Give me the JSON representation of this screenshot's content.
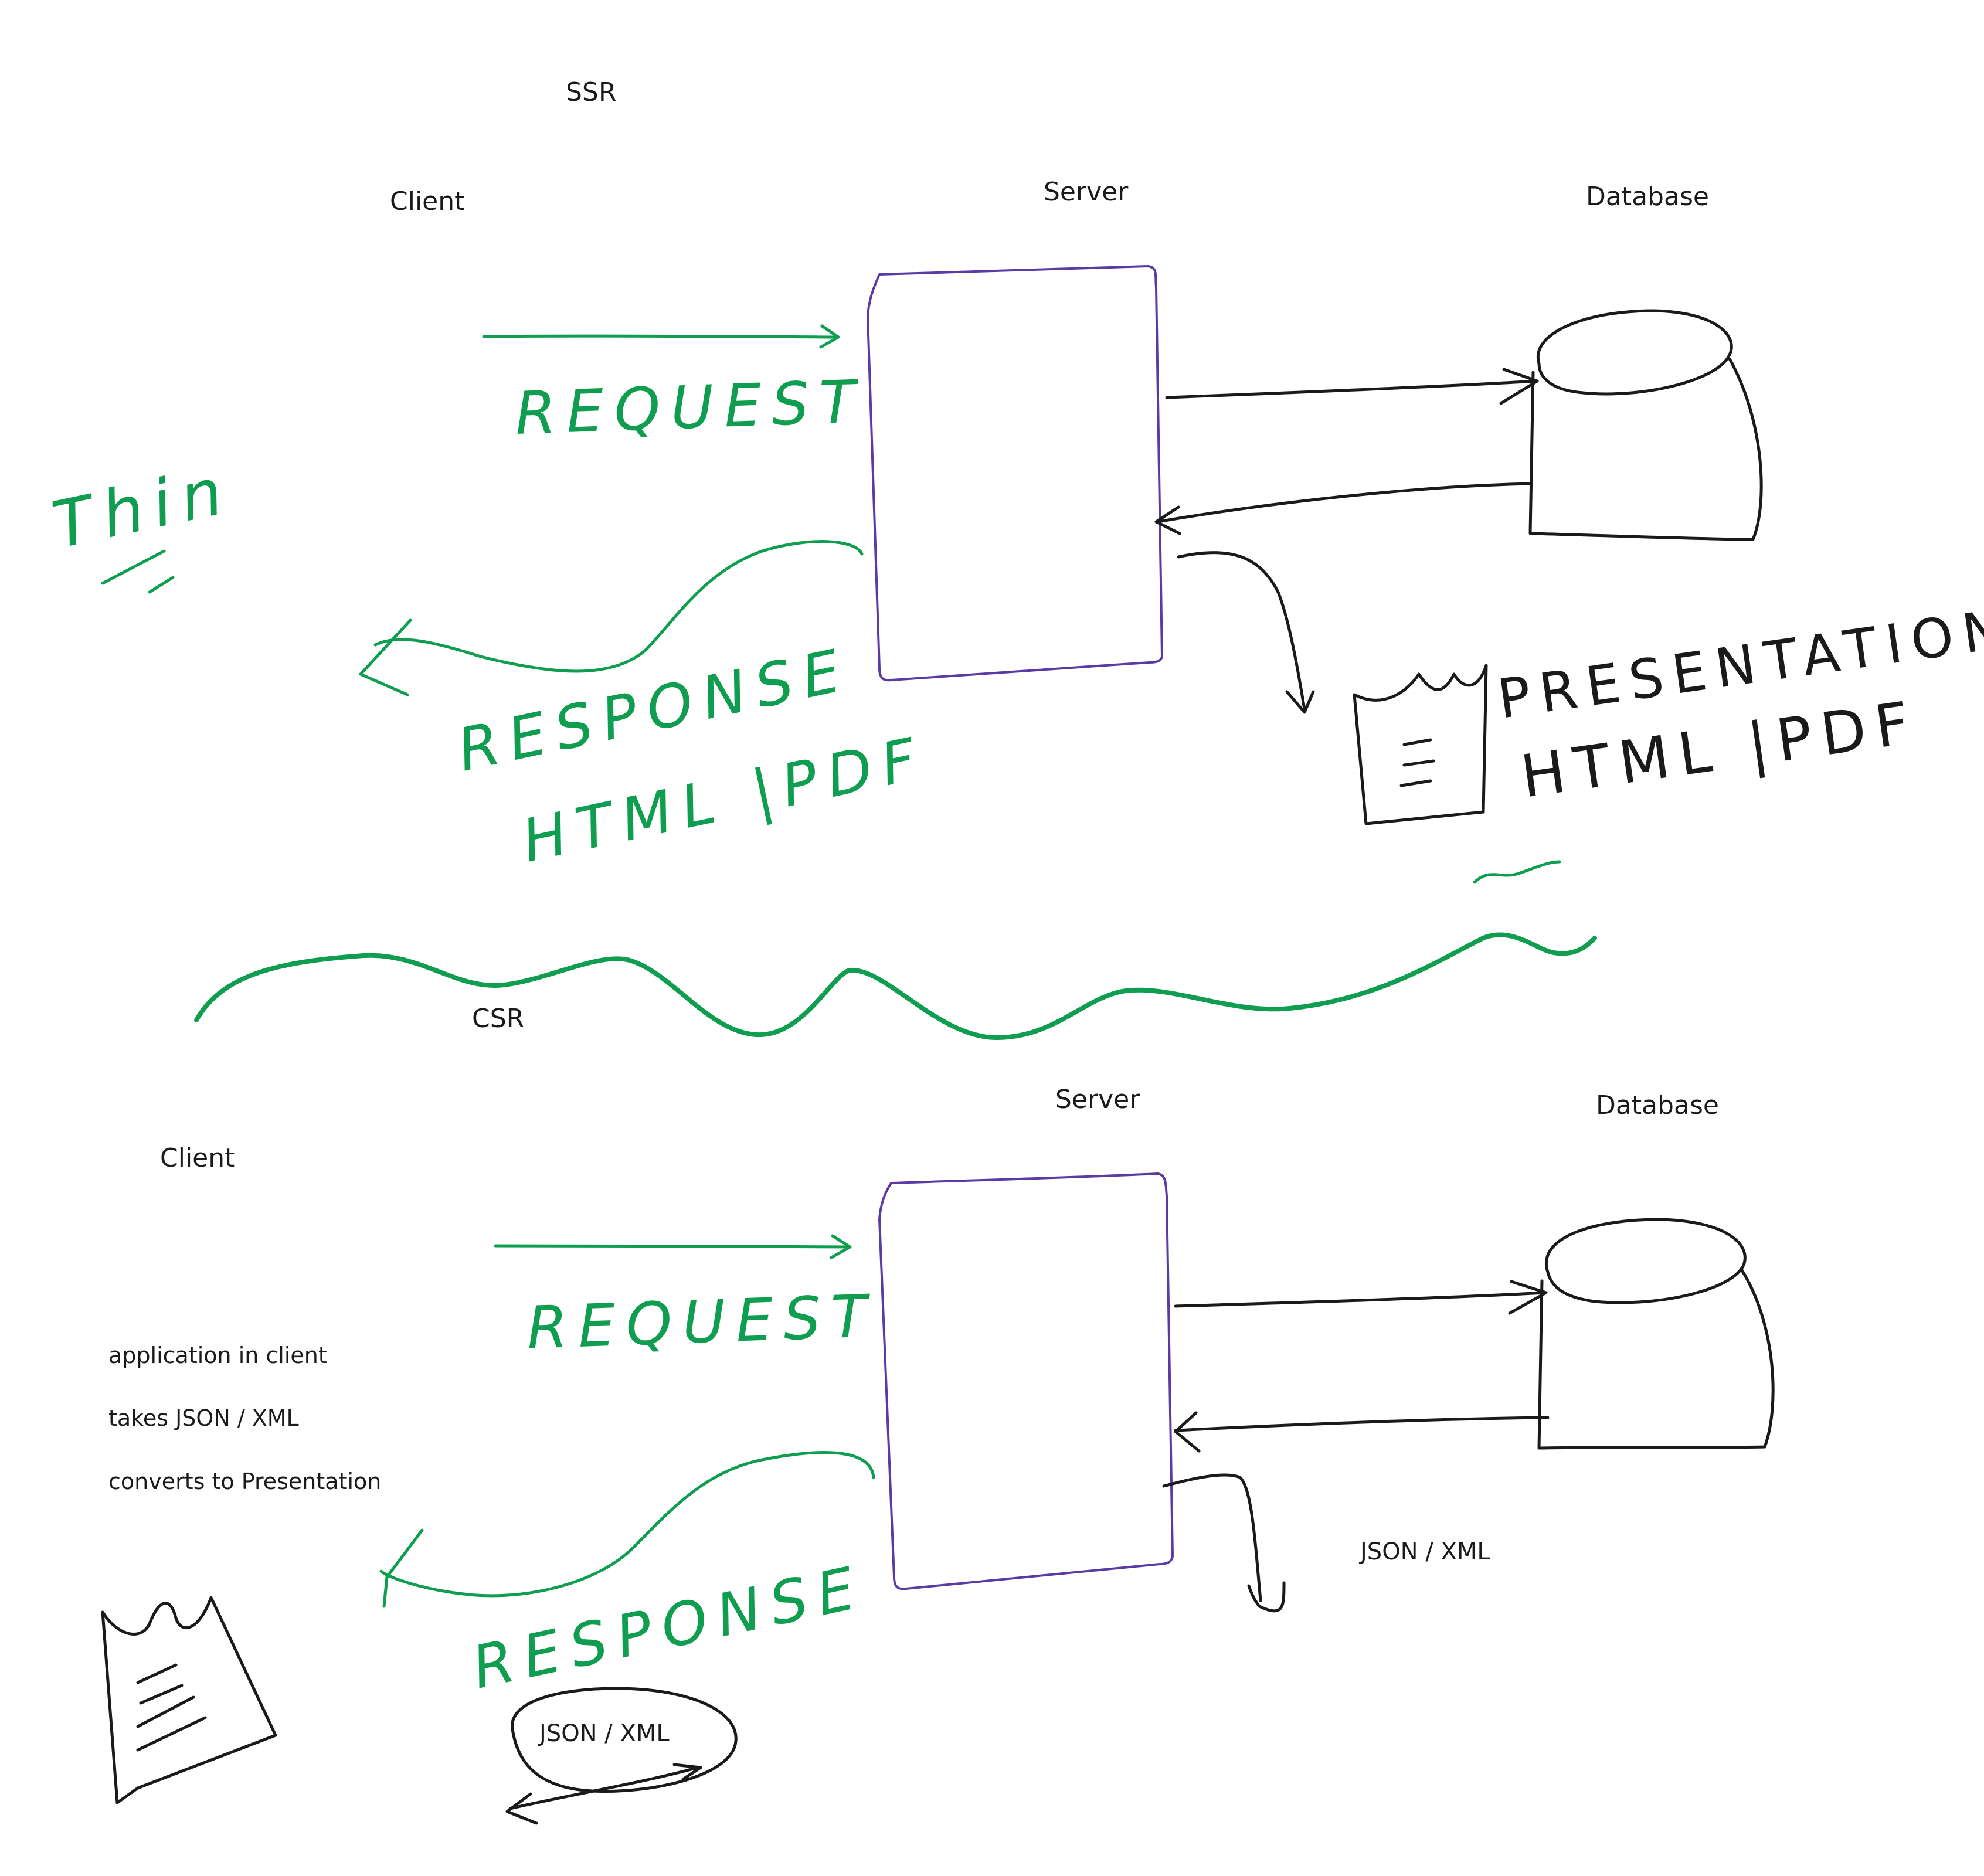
{
  "colors": {
    "ink": "#1a1a1a",
    "green": "#0f9d4f",
    "purple": "#5b3aa6",
    "background": "#ffffff"
  },
  "ssr": {
    "title": "SSR",
    "client_label": "Client",
    "server_label": "Server",
    "database_label": "Database",
    "request_label": "REQUEST",
    "response_label": "RESPONSE",
    "response_format": "HTML |PDF",
    "side_note": "Thin",
    "presentation_label": "PRESENTATION",
    "presentation_format": "HTML |PDF"
  },
  "csr": {
    "title": "CSR",
    "client_label": "Client",
    "server_label": "Server",
    "database_label": "Database",
    "request_label": "REQUEST",
    "response_label": "RESPONSE",
    "response_payload": "JSON / XML",
    "server_output": "JSON / XML",
    "notes": [
      "application in client",
      "takes JSON / XML",
      "converts to Presentation"
    ]
  }
}
